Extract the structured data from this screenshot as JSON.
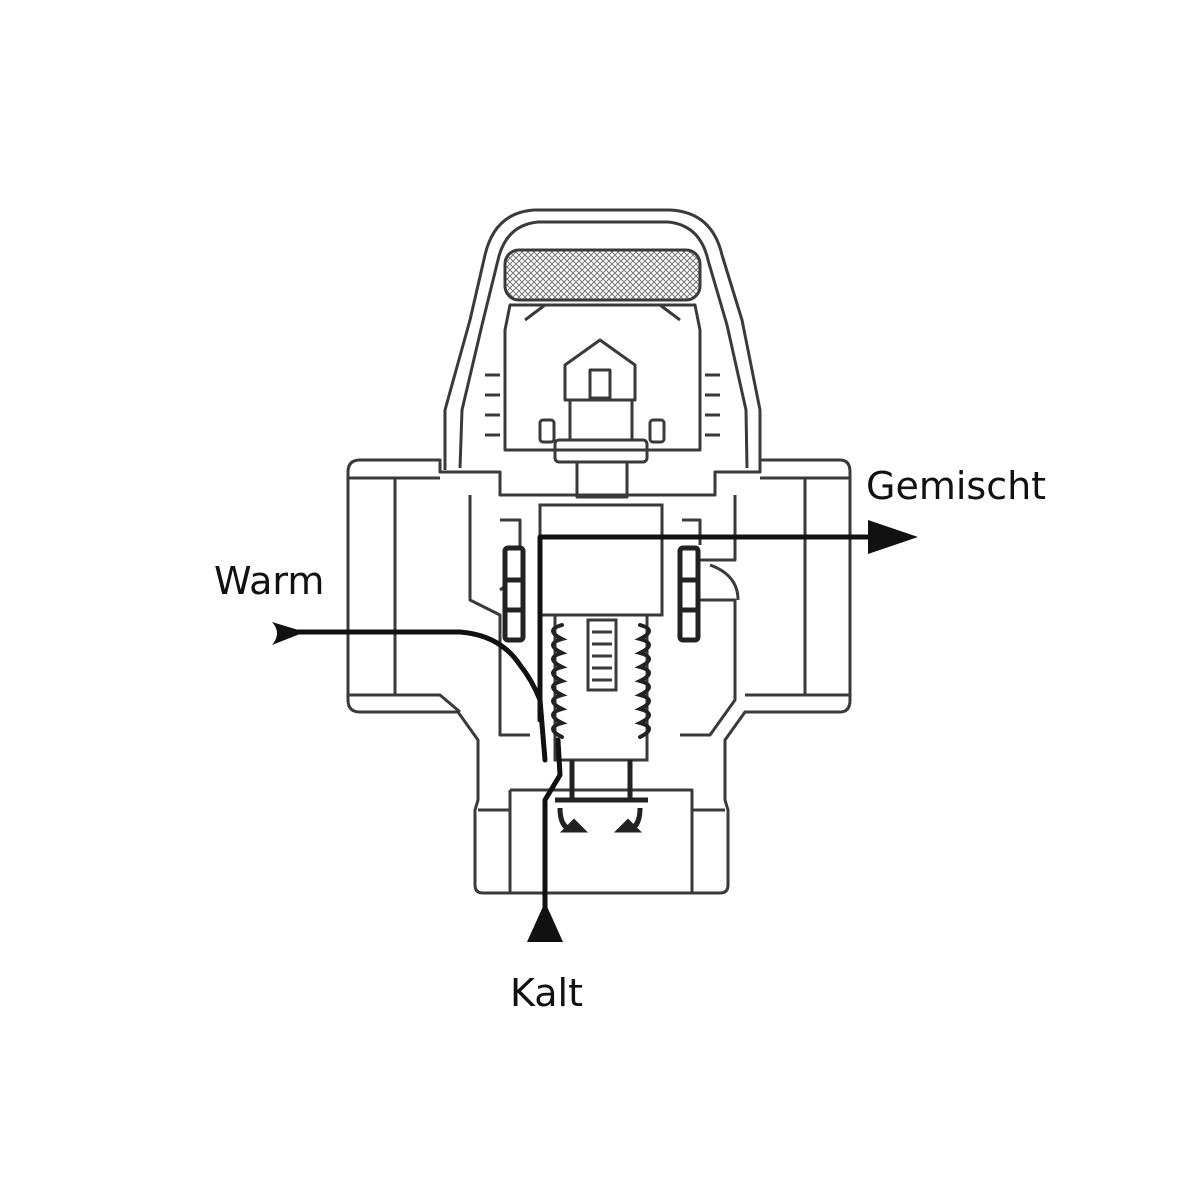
{
  "labels": {
    "warm": "Warm",
    "gemischt": "Gemischt",
    "kalt": "Kalt"
  },
  "colors": {
    "outline": "#3a3a3a",
    "flow": "#111111",
    "background": "#ffffff"
  }
}
